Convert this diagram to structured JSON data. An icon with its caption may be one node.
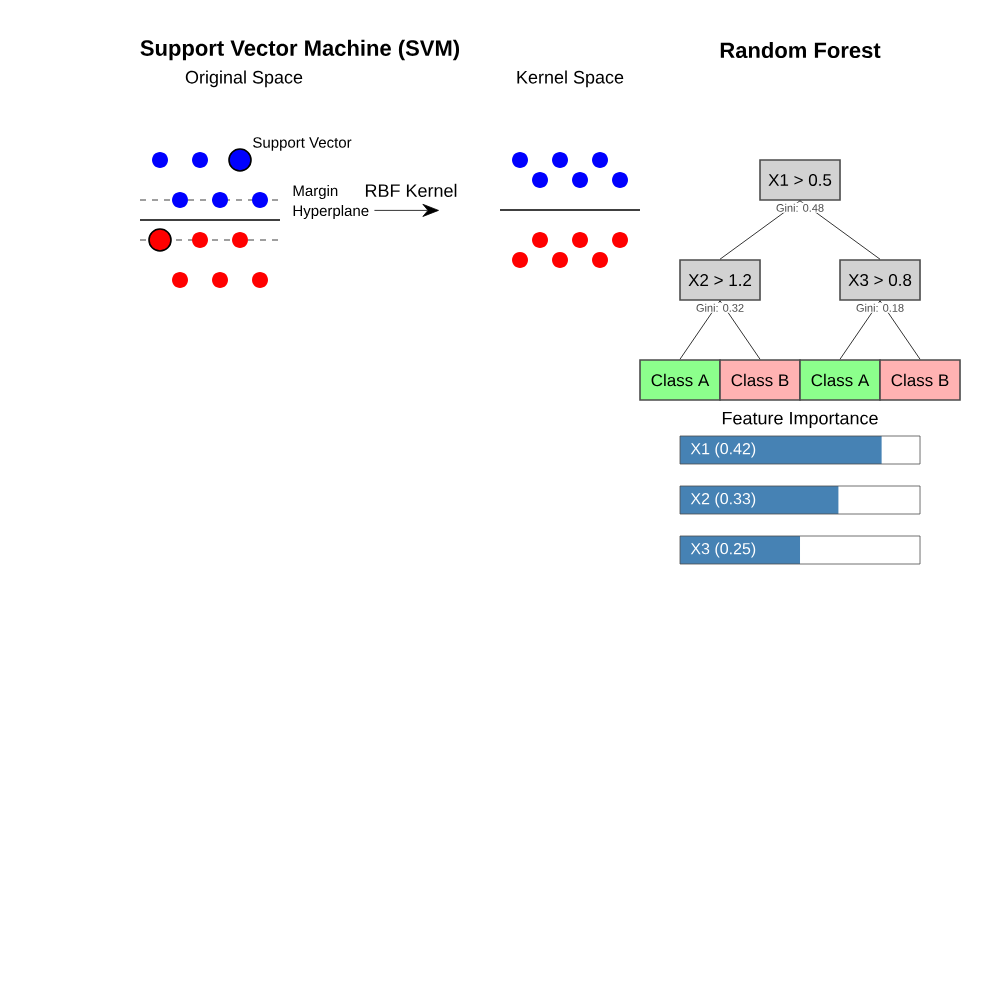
{
  "diagram": {
    "nodes": [
      {
        "text": [
          "X1 > 0.5"
        ],
        "beside": [
          "Gini: 0.48"
        ]
      },
      {
        "text": [
          "X2 > 1.2"
        ],
        "beside": [
          "Gini: 0.32"
        ]
      },
      {
        "text": [
          "X3 > 0.8"
        ],
        "beside": [
          "Gini: 0.18"
        ]
      },
      {
        "text": [
          "Class A"
        ]
      },
      {
        "text": [
          "Class B"
        ]
      },
      {
        "text": [
          "Class A"
        ]
      },
      {
        "text": [
          "Class B"
        ]
      },
      {
        "text": [
          "Original Space"
        ]
      },
      {
        "text": [
          "Kernel Space"
        ]
      }
    ],
    "edges": [
      {
        "from": 0,
        "to": 1,
        "arrow": "none"
      },
      {
        "from": 0,
        "to": 2,
        "arrow": "none"
      },
      {
        "from": 1,
        "to": 3,
        "arrow": "none"
      },
      {
        "from": 1,
        "to": 4,
        "arrow": "none"
      },
      {
        "from": 2,
        "to": 5,
        "arrow": "none"
      },
      {
        "from": 2,
        "to": 6,
        "arrow": "none"
      },
      {
        "from": 7,
        "to": 8,
        "arrow": "to",
        "label": "RBF Kernel"
      }
    ],
    "labels": [
      "Support Vector Machine (SVM)",
      "Random Forest",
      "Support Vector",
      "Margin",
      "Hyperplane",
      "Feature Importance",
      "X1 (0.42)",
      "X2 (0.33)",
      "X3 (0.25)"
    ]
  }
}
